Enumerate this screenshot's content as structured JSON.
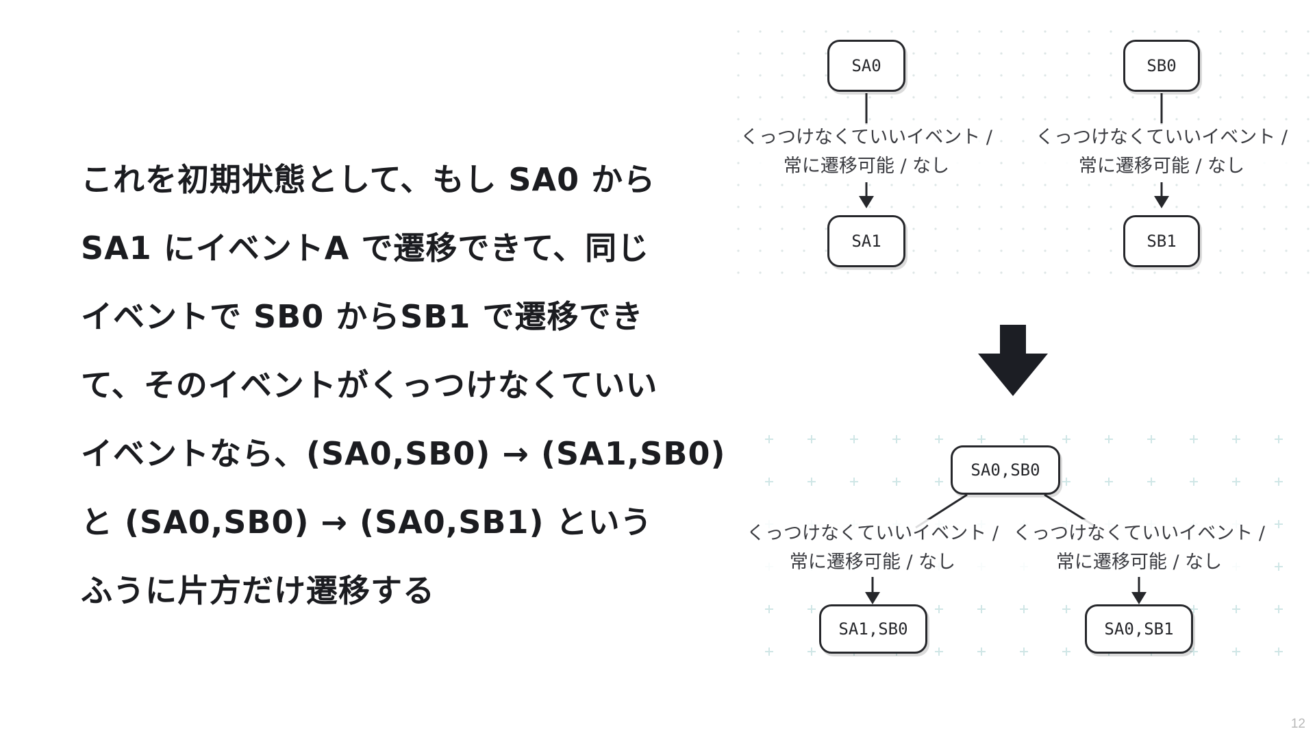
{
  "slide": {
    "text_lines": [
      "これを初期状態として、もし SA0 から",
      "SA1 にイベントA で遷移できて、同じ",
      "イベントで SB0 からSB1 で遷移でき",
      "て、そのイベントがくっつけなくていい",
      "イベントなら、(SA0,SB0) → (SA1,SB0)",
      "と (SA0,SB0) → (SA0,SB1) という",
      "ふうに片方だけ遷移する"
    ],
    "page_number": "12"
  },
  "diagram_top": {
    "left": {
      "from": "SA0",
      "to": "SA1",
      "label_line1": "くっつけなくていいイベント /",
      "label_line2": "常に遷移可能 / なし"
    },
    "right": {
      "from": "SB0",
      "to": "SB1",
      "label_line1": "くっつけなくていいイベント /",
      "label_line2": "常に遷移可能 / なし"
    }
  },
  "diagram_bottom": {
    "root": "SA0,SB0",
    "left": {
      "to": "SA1,SB0",
      "label_line1": "くっつけなくていいイベント /",
      "label_line2": "常に遷移可能 / なし"
    },
    "right": {
      "to": "SA0,SB1",
      "label_line1": "くっつけなくていいイベント /",
      "label_line2": "常に遷移可能 / なし"
    }
  },
  "colors": {
    "text": "#1b1c20",
    "node_border": "#26272b",
    "grid_mark": "#d3e7e7",
    "big_arrow": "#1c1e24",
    "page_number": "#b9b9b9"
  },
  "icons": {
    "transition_arrow": "arrow-down-icon"
  }
}
